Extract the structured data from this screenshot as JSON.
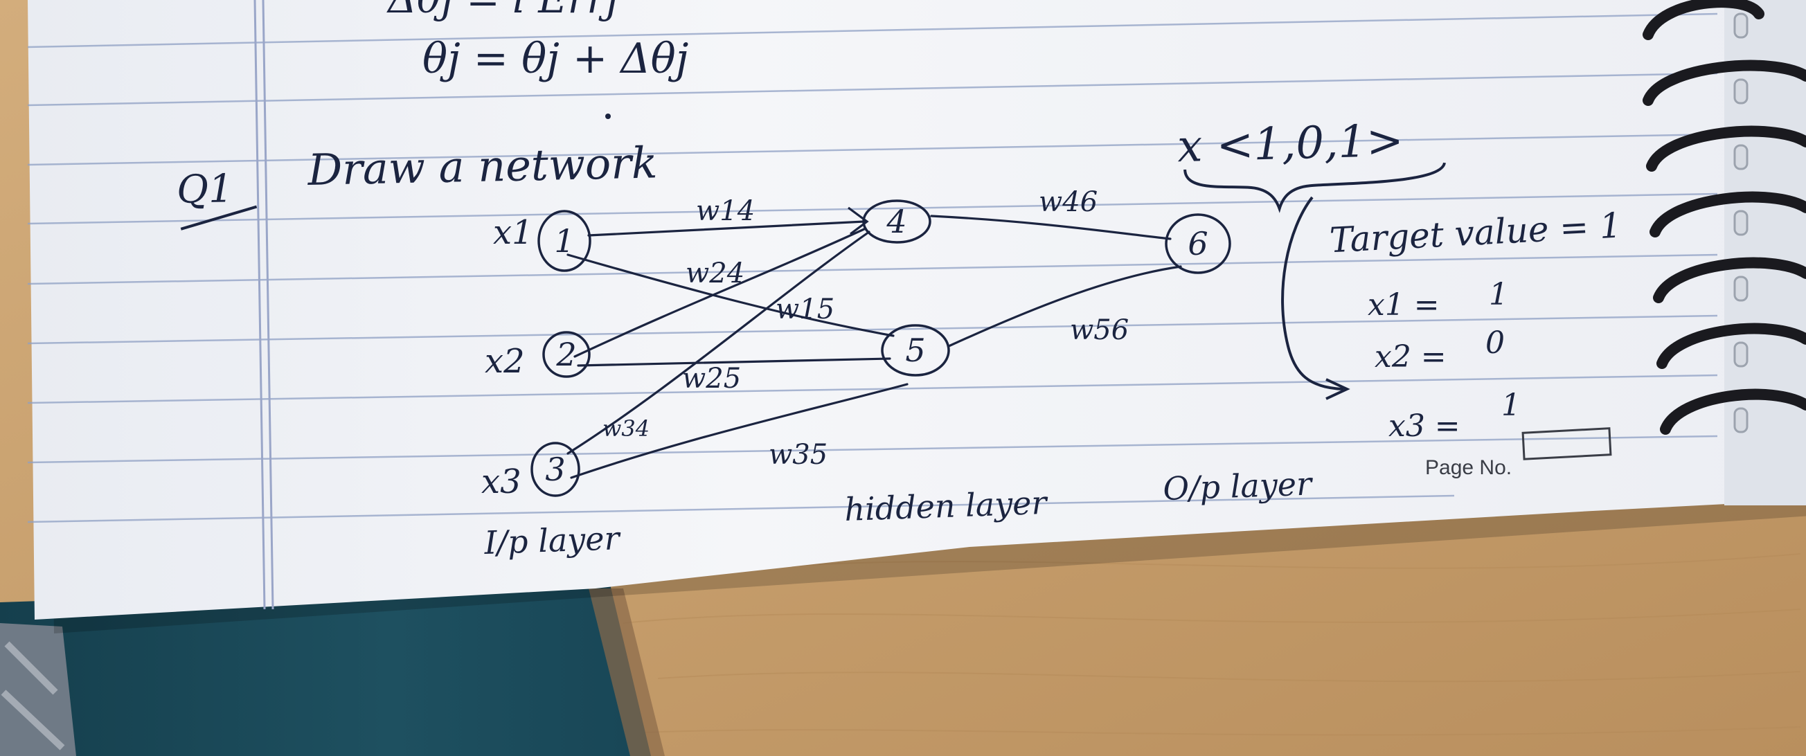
{
  "notebook": {
    "formula_top": "Δθj = l Errj",
    "formula_update": "θj = θj + Δθj",
    "question_no": "Q1",
    "question_text": "Draw a network",
    "input_vector": "x <1,0,1>",
    "target_value": "Target value = 1",
    "input_values": [
      {
        "label": "x1 =",
        "value": "1"
      },
      {
        "label": "x2 =",
        "value": "0"
      },
      {
        "label": "x3 =",
        "value": "1"
      }
    ],
    "page_no_label": "Page No.",
    "layer_labels": {
      "input": "I/p layer",
      "hidden": "hidden layer",
      "output": "O/p layer"
    }
  },
  "network": {
    "inputs": [
      {
        "label": "x1",
        "node": "1"
      },
      {
        "label": "x2",
        "node": "2"
      },
      {
        "label": "x3",
        "node": "3"
      }
    ],
    "hidden": [
      {
        "node": "4"
      },
      {
        "node": "5"
      }
    ],
    "output": [
      {
        "node": "6"
      }
    ],
    "weights": {
      "w14": "w14",
      "w24": "w24",
      "w34": "w34",
      "w15": "w15",
      "w25": "w25",
      "w35": "w35",
      "w46": "w46",
      "w56": "w56"
    }
  },
  "colors": {
    "ink": "#1b2440",
    "paper": "#f3f4f7",
    "rule_line": "#8fa0c4",
    "margin_line": "#9aa6c8",
    "table_wood": "#c9a373",
    "cloth": "#1e5060",
    "spiral": "#1a1a1f"
  }
}
